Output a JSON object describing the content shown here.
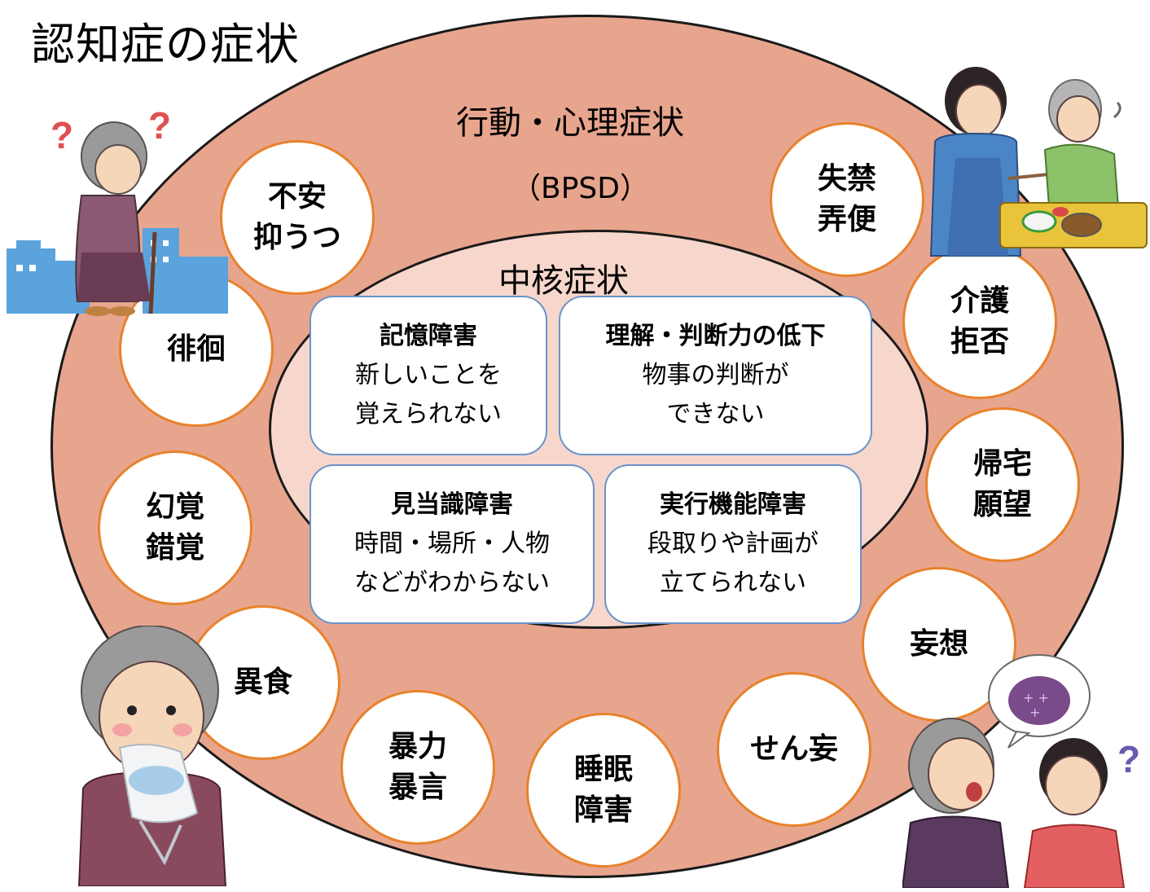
{
  "title": "認知症の症状",
  "outer": {
    "label_line1": "行動・心理症状",
    "label_line2": "（BPSD）"
  },
  "inner": {
    "label": "中核症状"
  },
  "core_symptoms": [
    {
      "heading": "記憶障害",
      "line1": "新しいことを",
      "line2": "覚えられない"
    },
    {
      "heading": "理解・判断力の低下",
      "line1": "物事の判断が",
      "line2": "できない"
    },
    {
      "heading": "見当識障害",
      "line1": "時間・場所・人物",
      "line2": "などがわからない"
    },
    {
      "heading": "実行機能障害",
      "line1": "段取りや計画が",
      "line2": "立てられない"
    }
  ],
  "bpsd_symptoms": [
    {
      "line1": "不安",
      "line2": "抑うつ"
    },
    {
      "line1": "失禁",
      "line2": "弄便"
    },
    {
      "line1": "介護",
      "line2": "拒否"
    },
    {
      "line1": "徘徊",
      "line2": ""
    },
    {
      "line1": "帰宅",
      "line2": "願望"
    },
    {
      "line1": "幻覚",
      "line2": "錯覚"
    },
    {
      "line1": "妄想",
      "line2": ""
    },
    {
      "line1": "異食",
      "line2": ""
    },
    {
      "line1": "暴力",
      "line2": "暴言"
    },
    {
      "line1": "睡眠",
      "line2": "障害"
    },
    {
      "line1": "せん妄",
      "line2": ""
    }
  ],
  "colors": {
    "outer_fill": "#e8a58e",
    "inner_fill": "#f7d7cc",
    "circle_border": "#e8822c",
    "box_border": "#6a93c9"
  }
}
